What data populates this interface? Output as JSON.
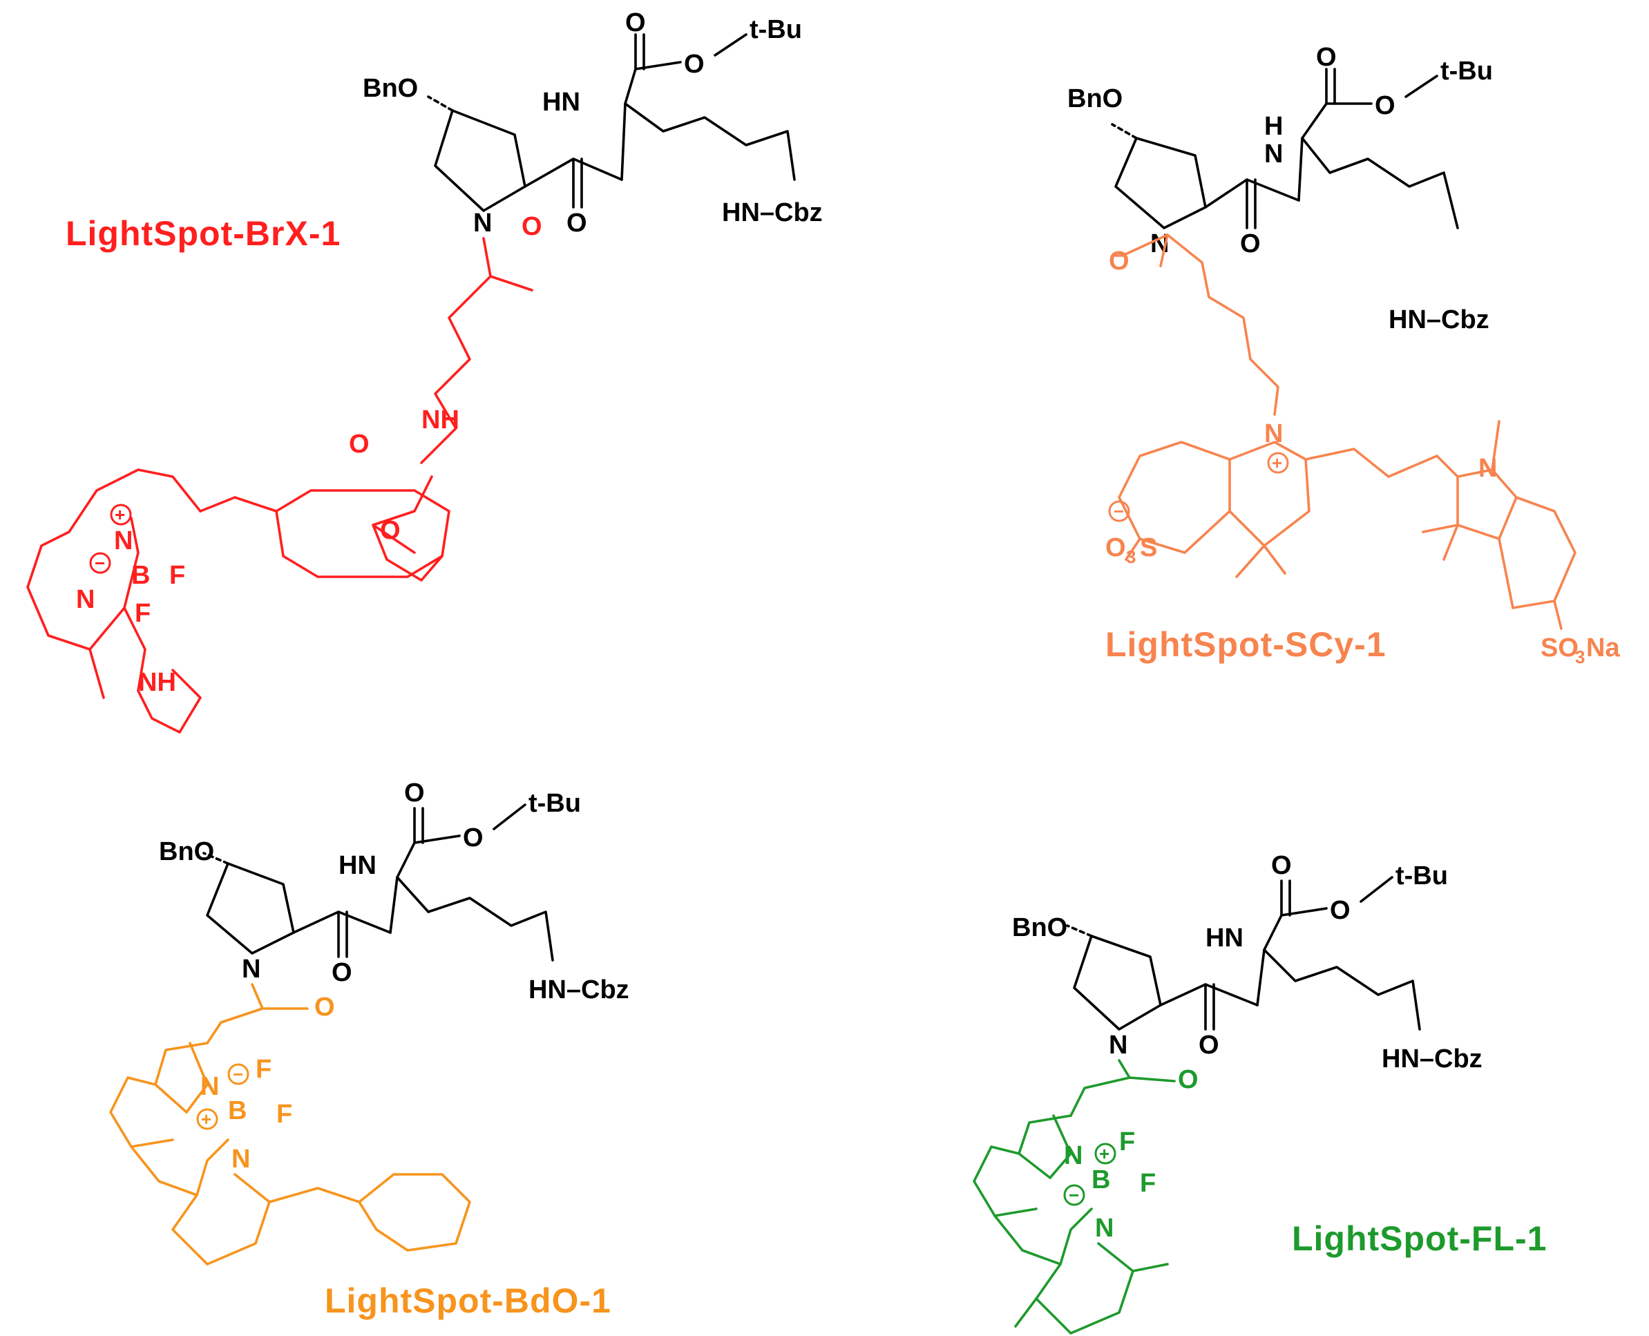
{
  "colors": {
    "black": "#000000",
    "red": "#ff1f1f",
    "salmon": "#f7844f",
    "orange": "#f7941d",
    "green": "#1d9a2c"
  },
  "compounds": [
    {
      "name": "LightSpot-BrX-1",
      "color": "#ff1f1f"
    },
    {
      "name": "LightSpot-SCy-1",
      "color": "#f7844f"
    },
    {
      "name": "LightSpot-BdO-1",
      "color": "#f7941d"
    },
    {
      "name": "LightSpot-FL-1",
      "color": "#1d9a2c"
    }
  ],
  "labels": {
    "tbu": "t-Bu",
    "o": "O",
    "bno": "BnO",
    "hn": "HN",
    "h": "H",
    "n": "N",
    "hncbz": "HN–Cbz",
    "nh": "NH",
    "b": "B",
    "f": "F",
    "s": "S",
    "o3": "O",
    "sub3": "3",
    "na": "Na",
    "so3na_so": "SO",
    "plus": "+",
    "minus": "−"
  }
}
